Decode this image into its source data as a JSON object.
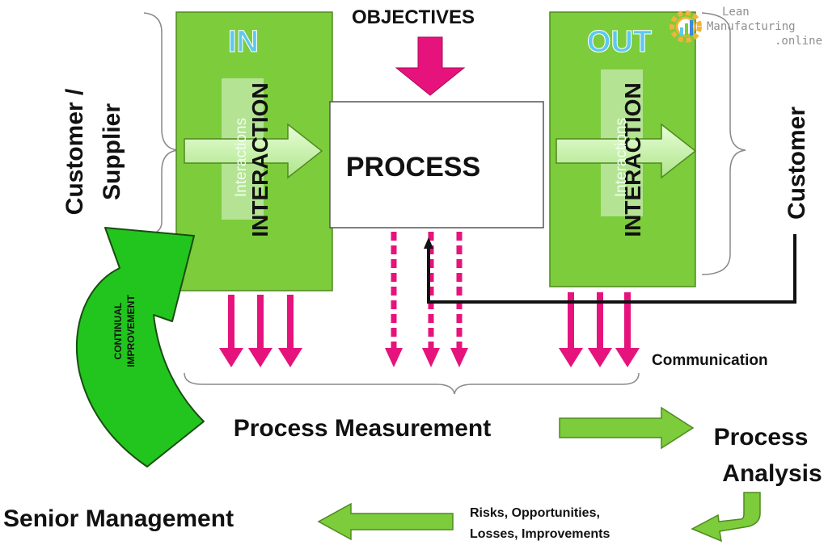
{
  "title": "OBJECTIVES",
  "process_label": "PROCESS",
  "input": {
    "heading": "IN",
    "vertical_label": "INTERACTION",
    "arrow_label": "Interactions",
    "side_label_line1": "Customer /",
    "side_label_line2": "Supplier"
  },
  "output": {
    "heading": "OUT",
    "vertical_label": "INTERACTION",
    "arrow_label": "Interactions",
    "side_label": "Customer"
  },
  "continual_improvement": {
    "line1": "CONTINUAL",
    "line2": "IMPROVEMENT"
  },
  "communication_label": "Communication",
  "process_measurement": "Process Measurement",
  "process_analysis": {
    "line1": "Process",
    "line2": "Analysis"
  },
  "risks": {
    "line1": "Risks, Opportunities,",
    "line2": "Losses, Improvements"
  },
  "senior_management": "Senior Management",
  "logo": {
    "line1": "Lean",
    "line2": "Manufacturing",
    "line3": ".online"
  },
  "colors": {
    "green_fill": "#7ccc3c",
    "green_stroke": "#4e8a1e",
    "big_arrow_green": "#22c51e",
    "magenta": "#e6137d",
    "heading_blue": "#5ec8f0",
    "logo_gray": "#8f8f8f"
  }
}
